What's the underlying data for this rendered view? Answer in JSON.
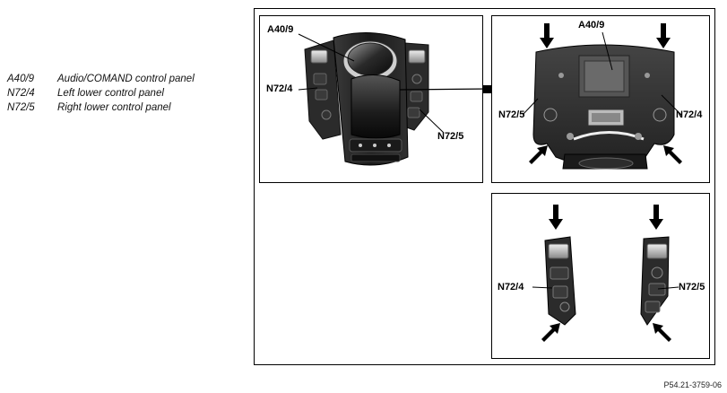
{
  "legend": [
    {
      "code": "A40/9",
      "description": "Audio/COMAND control panel"
    },
    {
      "code": "N72/4",
      "description": "Left lower control panel"
    },
    {
      "code": "N72/5",
      "description": "Right lower control panel"
    }
  ],
  "panel_a": {
    "label_a40": "A40/9",
    "label_n724": "N72/4",
    "label_n725": "N72/5"
  },
  "panel_b": {
    "label_a40": "A40/9",
    "label_n725": "N72/5",
    "label_n724": "N72/4"
  },
  "panel_c": {
    "label_n724": "N72/4",
    "label_n725": "N72/5"
  },
  "figure_id": "P54.21-3759-06",
  "icons": [
    "push-arrow-icon",
    "power-icon",
    "menu-button-icon"
  ]
}
